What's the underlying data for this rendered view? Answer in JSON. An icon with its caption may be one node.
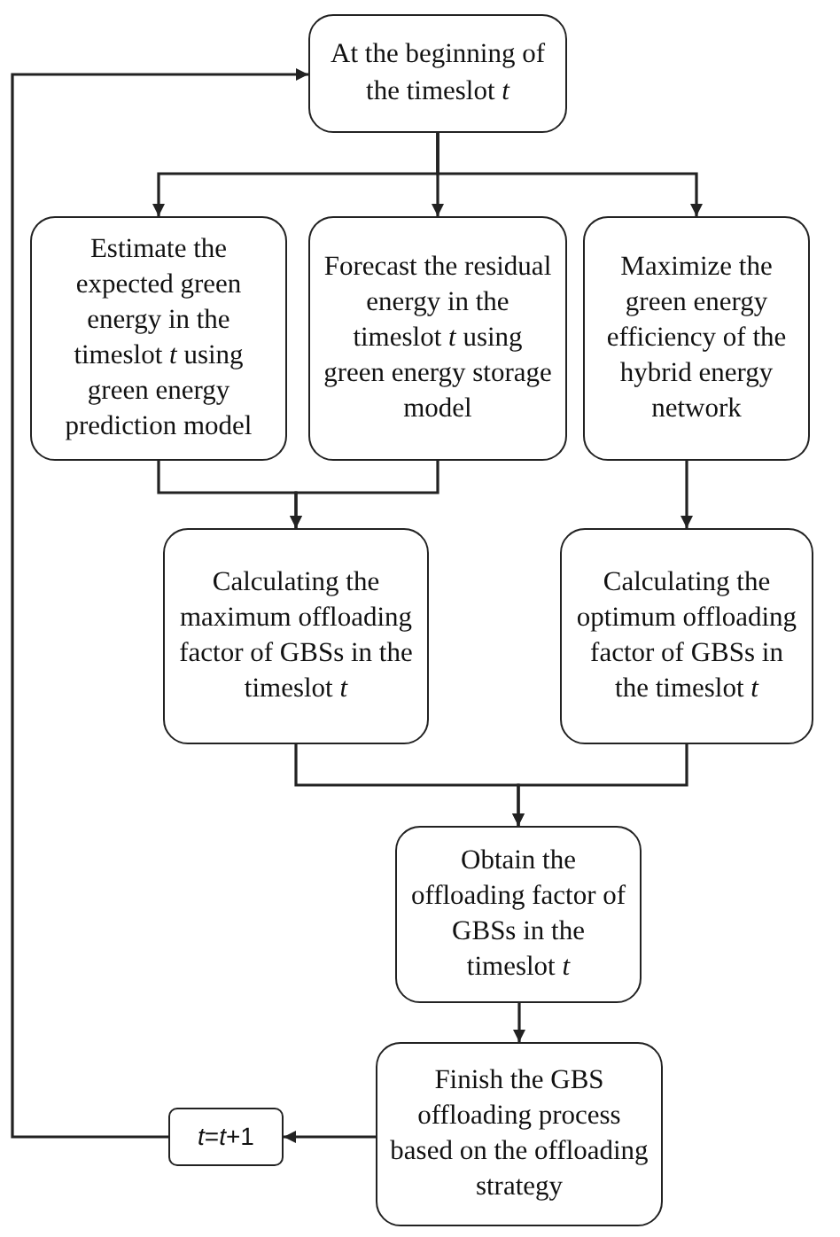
{
  "diagram": {
    "nodes": [
      {
        "text": [
          "At the beginning of the timeslot *t*"
        ]
      },
      {
        "text": [
          "Estimate the expected green energy in the timeslot *t* using green energy prediction model"
        ]
      },
      {
        "text": [
          "Forecast the residual energy in the timeslot *t* using green energy storage model"
        ]
      },
      {
        "text": [
          "Maximize the green energy efficiency of the hybrid energy network"
        ]
      },
      {
        "text": [
          "Calculating the maximum offloading factor of GBSs in the timeslot *t*"
        ]
      },
      {
        "text": [
          "Calculating the optimum offloading factor of GBSs in the timeslot *t*"
        ]
      },
      {
        "text": [
          "Obtain the offloading factor of GBSs in the timeslot *t*"
        ]
      },
      {
        "text": [
          "Finish the GBS offloading process based on the offloading strategy"
        ]
      },
      {
        "text": [
          "*t*=*t*+1"
        ]
      }
    ],
    "edges": [
      {
        "from": 0,
        "to": 1,
        "arrow": "to"
      },
      {
        "from": 0,
        "to": 2,
        "arrow": "to"
      },
      {
        "from": 0,
        "to": 3,
        "arrow": "to"
      },
      {
        "from": 1,
        "to": 4,
        "arrow": "to"
      },
      {
        "from": 2,
        "to": 4,
        "arrow": "to"
      },
      {
        "from": 3,
        "to": 5,
        "arrow": "to"
      },
      {
        "from": 4,
        "to": 6,
        "arrow": "to"
      },
      {
        "from": 5,
        "to": 6,
        "arrow": "to"
      },
      {
        "from": 6,
        "to": 7,
        "arrow": "to"
      },
      {
        "from": 7,
        "to": 8,
        "arrow": "to"
      },
      {
        "from": 8,
        "to": 0,
        "arrow": "to"
      }
    ]
  }
}
